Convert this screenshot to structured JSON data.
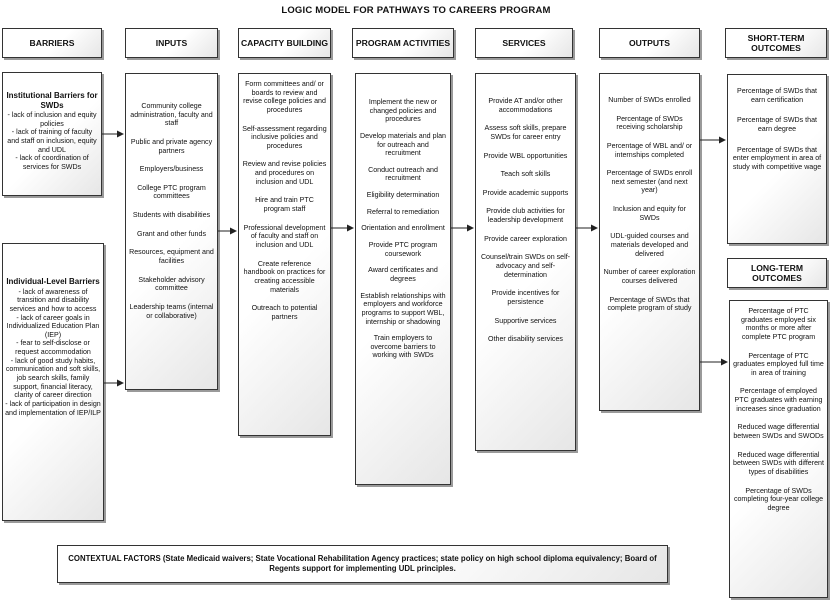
{
  "title": "LOGIC MODEL FOR PATHWAYS TO CAREERS PROGRAM",
  "headers": {
    "barriers": "BARRIERS",
    "inputs": "INPUTS",
    "capacity": "CAPACITY BUILDING",
    "activities": "PROGRAM ACTIVITIES",
    "services": "SERVICES",
    "outputs": "OUTPUTS",
    "short_term": "SHORT-TERM OUTCOMES",
    "long_term": "LONG-TERM OUTCOMES"
  },
  "barriers": {
    "institutional": {
      "title": "Institutional Barriers for SWDs",
      "items": [
        "- lack of inclusion and equity policies",
        "- lack of training of faculty and staff on inclusion, equity and UDL",
        "- lack of coordination of services for SWDs"
      ]
    },
    "individual": {
      "title": "Individual-Level Barriers",
      "items": [
        "- lack of awareness of transition and disability services and how to access",
        "- lack of career goals in Individualized Education Plan (IEP)",
        "- fear to self-disclose or request accommodation",
        "- lack of good study habits, communication and soft skills, job search skills, family support, financial literacy, clarity of career direction",
        "- lack of participation in design and implementation of IEP/ILP"
      ]
    }
  },
  "inputs": [
    "Community college administration, faculty and staff",
    "Public and private agency partners",
    "Employers/business",
    "College PTC program committees",
    "Students with disabilities",
    "Grant and other funds",
    "Resources, equipment and facilities",
    "Stakeholder advisory committee",
    "Leadership teams (internal or collaborative)"
  ],
  "capacity": [
    "Form committees and/ or boards to review and revise college policies and procedures",
    "Self-assessment regarding inclusive policies and procedures",
    "Review and revise policies and procedures on inclusion and UDL",
    "Hire and train PTC program staff",
    "Professional development of faculty and staff on inclusion and UDL",
    "Create reference handbook on practices for creating accessible materials",
    "Outreach to potential partners"
  ],
  "activities": [
    "Implement the new or changed policies and procedures",
    "Develop materials and plan for outreach and recruitment",
    "Conduct outreach and recruitment",
    "Eligibility determination",
    "Referral to remediation",
    "Orientation and enrollment",
    "Provide PTC program coursework",
    "Award certificates and degrees",
    "Establish relationships with employers and workforce programs to support WBL, internship or shadowing",
    "Train employers to overcome barriers to working with SWDs"
  ],
  "services": [
    "Provide AT and/or other accommodations",
    "Assess soft skills, prepare SWDs for career entry",
    "Provide WBL opportunities",
    "Teach soft skills",
    "Provide academic supports",
    "Provide club activities for leadership development",
    "Provide career exploration",
    "Counsel/train SWDs on self-advocacy and self-determination",
    "Provide incentives for persistence",
    "Supportive services",
    "Other disability services"
  ],
  "outputs": [
    "Number of SWDs enrolled",
    "Percentage of SWDs receiving scholarship",
    "Percentage of WBL and/ or internships completed",
    "Percentage of SWDs enroll next semester (and next year)",
    "Inclusion and equity for SWDs",
    "UDL-guided courses and materials developed and delivered",
    "Number of career exploration courses delivered",
    "Percentage of SWDs that complete program of study"
  ],
  "short_term": [
    "Percentage of SWDs that earn certification",
    "Percentage of SWDs that earn degree",
    "Percentage of SWDs that enter employment in area of study with competitive wage"
  ],
  "long_term": [
    "Percentage of PTC graduates employed six months or more after complete PTC program",
    "Percentage of PTC graduates employed full time in area of training",
    "Percentage of employed PTC graduates with earning increases since graduation",
    "Reduced wage differential between SWDs and SWODs",
    "Reduced wage differential between SWDs with different types of disabilities",
    "Percentage of SWDs completing four-year college degree"
  ],
  "context": "CONTEXTUAL FACTORS (State Medicaid waivers; State Vocational Rehabilitation Agency practices; state policy on high school diploma equivalency; Board of Regents support for implementing UDL principles."
}
